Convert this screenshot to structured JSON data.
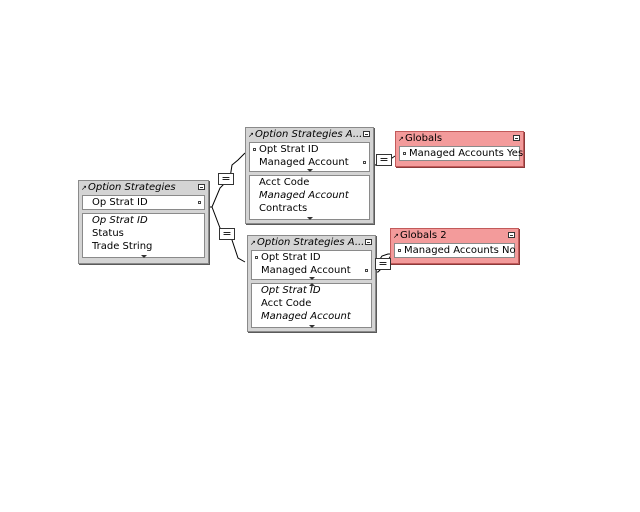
{
  "tables": {
    "option_strategies": {
      "title": "Option Strategies",
      "match_fields": [
        "Op Strat ID"
      ],
      "fields": [
        "Op Strat ID",
        "Status",
        "Trade String"
      ]
    },
    "os_account_1": {
      "title": "Option Strategies A...",
      "match_fields": [
        "Opt Strat ID",
        "Managed Account"
      ],
      "fields": [
        "Acct Code",
        "Managed Account",
        "Contracts"
      ]
    },
    "os_account_2": {
      "title": "Option Strategies A...",
      "match_fields": [
        "Opt Strat ID",
        "Managed Account"
      ],
      "fields": [
        "Opt Strat ID",
        "Acct Code",
        "Managed Account"
      ]
    },
    "globals": {
      "title": "Globals",
      "match_fields": [
        "Managed Accounts Yes"
      ]
    },
    "globals_2": {
      "title": "Globals 2",
      "match_fields": [
        "Managed Accounts No"
      ]
    }
  },
  "colors": {
    "table_gray": "#d4d4d4",
    "table_pink": "#f39b9b"
  },
  "icons": {
    "table_pin": "pin-icon",
    "collapse": "collapse-icon",
    "equals_operator": "equals-operator-icon",
    "key": "key-icon"
  }
}
